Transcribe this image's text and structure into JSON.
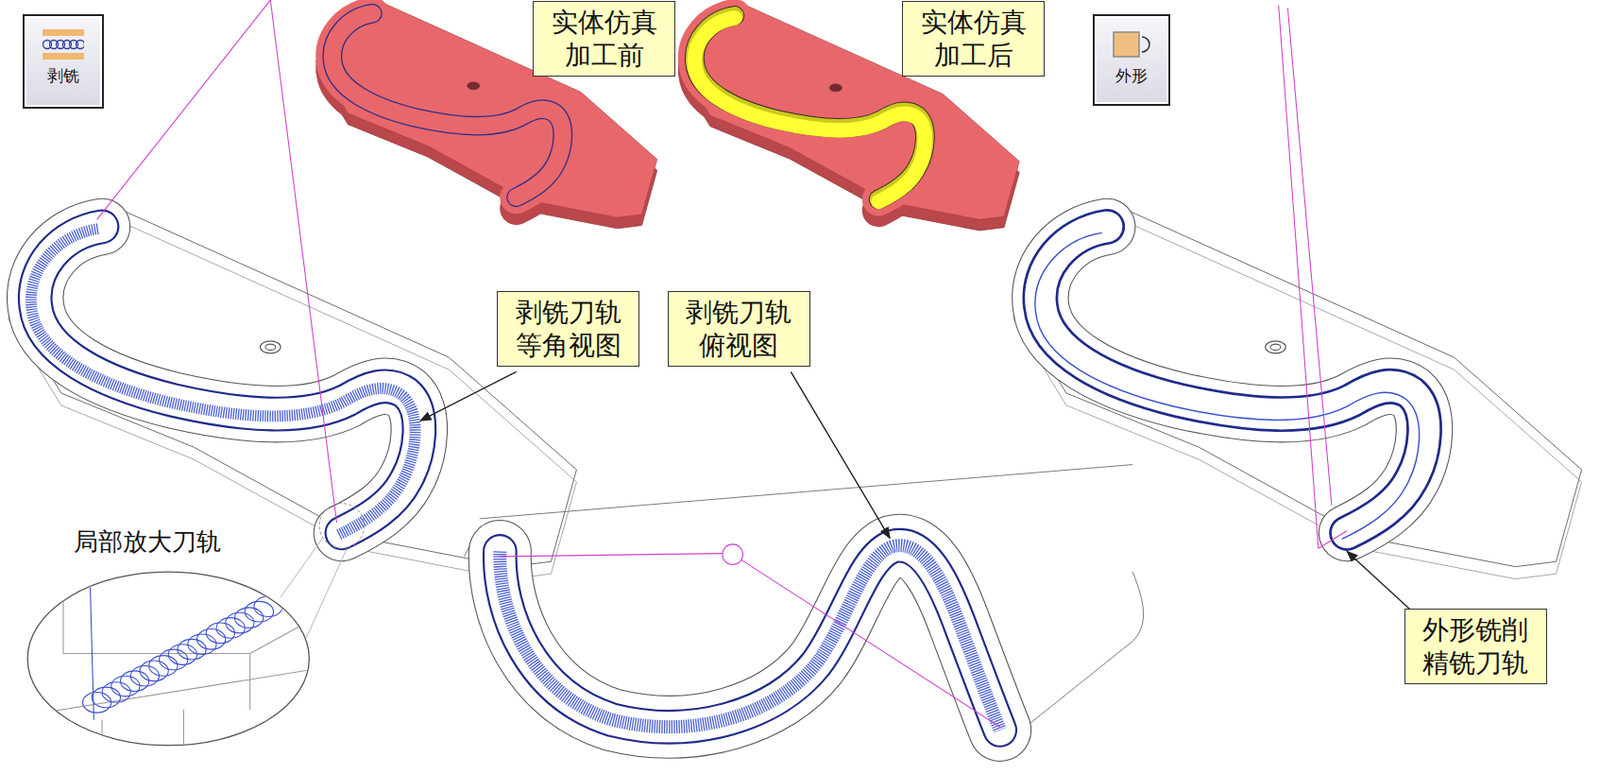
{
  "diagram": {
    "nodes": [
      {
        "text": [
          "剥铣"
        ]
      },
      {
        "text": [
          "实体仿真 加工前"
        ]
      },
      {
        "text": [
          "实体仿真 加工后"
        ]
      },
      {
        "text": [
          "外形"
        ]
      },
      {
        "text": [
          "剥铣刀轨 等角视图"
        ]
      },
      {
        "text": [
          "剥铣刀轨 俯视图"
        ]
      },
      {
        "text": [
          "外形铣削 精铣刀轨"
        ]
      }
    ],
    "labels": [
      "局部放大刀轨"
    ]
  }
}
